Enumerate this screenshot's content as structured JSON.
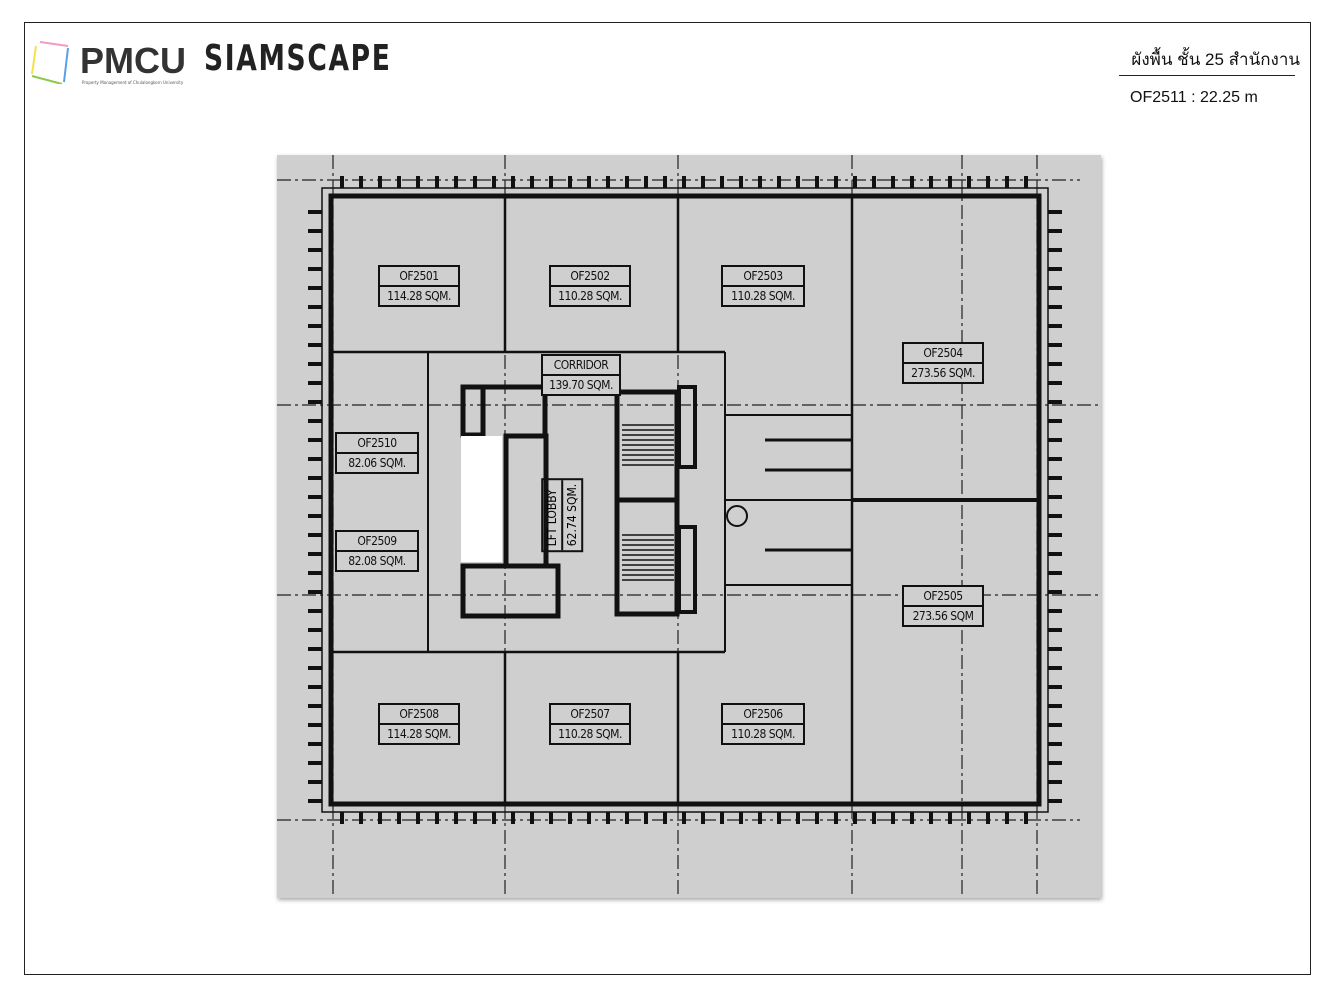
{
  "header": {
    "brand_primary": "PMCU",
    "brand_secondary": "SIAMSCAPE",
    "brand_tagline": "Property Management of Chulalongkorn University",
    "title": "ผังพื้น ชั้น 25 สำนักงาน",
    "subtitle": "OF2511 : 22.25 m"
  },
  "colors": {
    "plan_background": "#cfcfcf",
    "wall": "#111111",
    "logo_pink": "#f29ac8",
    "logo_blue": "#5aa0e6",
    "logo_green": "#8cc84b",
    "logo_yellow": "#f5e050"
  },
  "rooms": [
    {
      "id": "OF2501",
      "area": "114.28 SQM."
    },
    {
      "id": "OF2502",
      "area": "110.28 SQM."
    },
    {
      "id": "OF2503",
      "area": "110.28 SQM."
    },
    {
      "id": "OF2504",
      "area": "273.56 SQM."
    },
    {
      "id": "OF2505",
      "area": "273.56 SQM"
    },
    {
      "id": "OF2506",
      "area": "110.28 SQM."
    },
    {
      "id": "OF2507",
      "area": "110.28 SQM."
    },
    {
      "id": "OF2508",
      "area": "114.28 SQM."
    },
    {
      "id": "OF2509",
      "area": "82.08 SQM."
    },
    {
      "id": "OF2510",
      "area": "82.06 SQM."
    }
  ],
  "corridor": {
    "name": "CORRIDOR",
    "area": "139.70 SQM."
  },
  "lift_lobby": {
    "name": "LFT LOBBY",
    "area": "62.74 SQM."
  }
}
